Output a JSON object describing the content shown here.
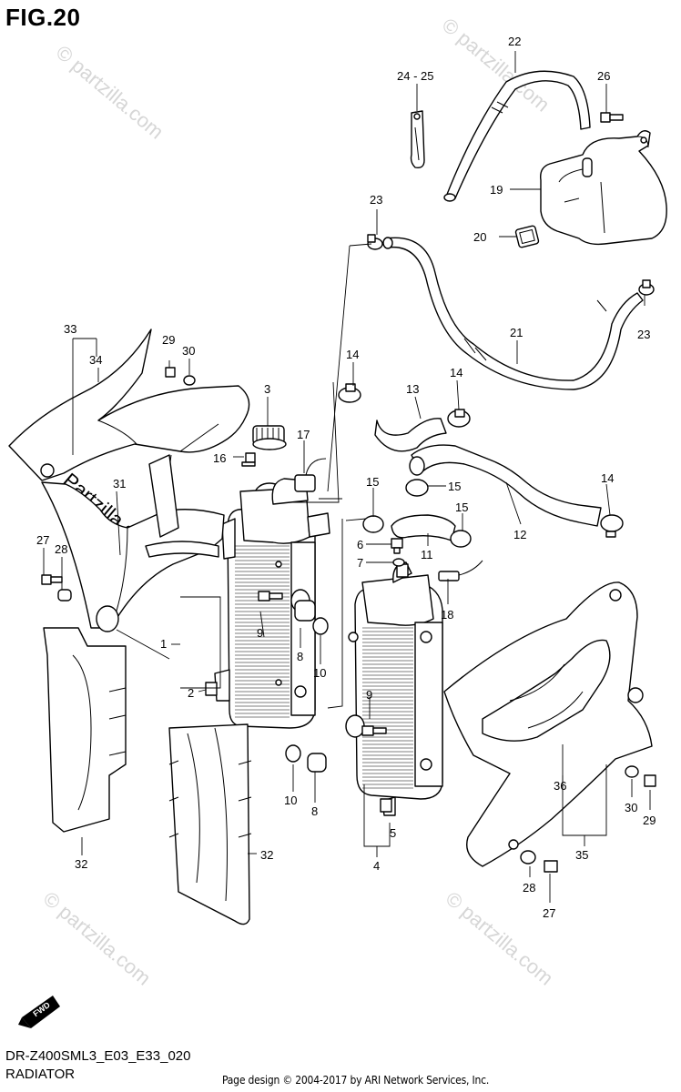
{
  "header": {
    "figure": "FIG.20"
  },
  "footer": {
    "model_code": "DR-Z400SML3_E03_E33_020",
    "section": "RADIATOR",
    "copyright": "Page design © 2004-2017 by ARI Network Services, Inc."
  },
  "watermark": {
    "brand": "Partzilla.com",
    "faded": "© partzilla.com"
  },
  "fwd_badge": "FWD",
  "callouts": {
    "p1": "1",
    "p2": "2",
    "p3": "3",
    "p4": "4",
    "p5": "5",
    "p6": "6",
    "p7": "7",
    "p8a": "8",
    "p8b": "8",
    "p9a": "9",
    "p9b": "9",
    "p10a": "10",
    "p10b": "10",
    "p11": "11",
    "p12": "12",
    "p13": "13",
    "p14a": "14",
    "p14b": "14",
    "p14c": "14",
    "p15a": "15",
    "p15b": "15",
    "p15c": "15",
    "p16": "16",
    "p17": "17",
    "p18": "18",
    "p19": "19",
    "p20": "20",
    "p21": "21",
    "p22": "22",
    "p23a": "23",
    "p23b": "23",
    "p2425": "24 - 25",
    "p26": "26",
    "p27a": "27",
    "p27b": "27",
    "p28a": "28",
    "p28b": "28",
    "p29a": "29",
    "p29b": "29",
    "p30a": "30",
    "p30b": "30",
    "p31": "31",
    "p32a": "32",
    "p32b": "32",
    "p33": "33",
    "p34": "34",
    "p35": "35",
    "p36": "36"
  }
}
